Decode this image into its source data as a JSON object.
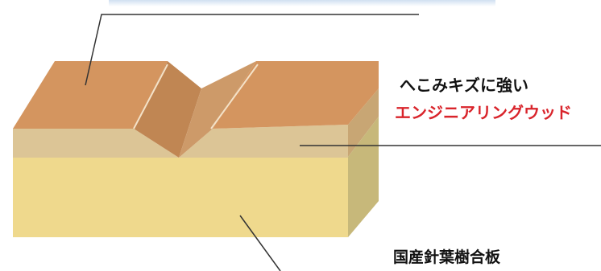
{
  "labels": {
    "dent_resistant": "へこみキズに強い",
    "engineering_wood": "エンジニアリングウッド",
    "domestic_plywood": "国産針葉樹合板"
  },
  "colors": {
    "surface_top": "#d4955f",
    "surface_groove_left": "#c08653",
    "surface_groove_right": "#cd9a69",
    "layer_middle": "#dcc596",
    "plywood_front": "#efd98d",
    "side_top": "#c8a674",
    "side_plywood": "#c7b87a",
    "accent_red": "#d9242b",
    "leader_line": "#333333"
  }
}
